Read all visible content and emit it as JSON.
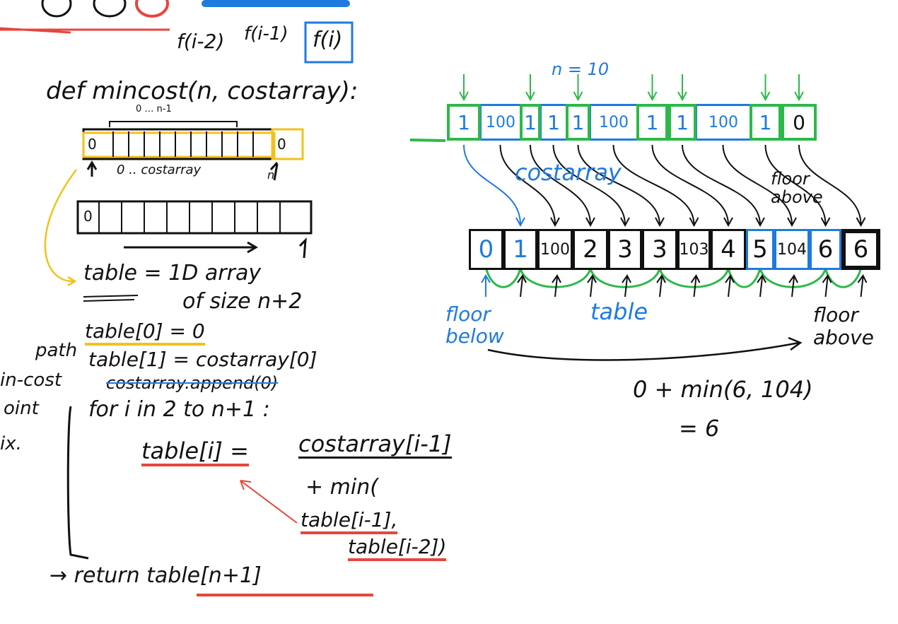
{
  "top_sketch": {
    "f_i_minus_2": "f(i-2)",
    "f_i_minus_1": "f(i-1)",
    "f_i": "f(i)"
  },
  "code": {
    "def_line": "def mincost(n, costarray):",
    "index_range": "0 … n-1",
    "array_left_zero": "0",
    "array_right_zero": "0",
    "array_label": "0 .. costarray",
    "array_n_label": "n",
    "table_zero": "0",
    "table_decl": "table = 1D array",
    "table_size": "of size n+2",
    "init0": "table[0] = 0",
    "init1": "table[1] = costarray[0]",
    "append": "costarray.append(0)",
    "loop": "for i in 2 to n+1 :",
    "assign_lhs": "table[i] =",
    "assign_rhs": "costarray[i-1]",
    "plus_min": "+ min(",
    "arg1": "table[i-1],",
    "arg2": "table[i-2])",
    "ret": "→ return table[n+1]"
  },
  "margin_fragments": [
    "path",
    "in-cost",
    "oint",
    "ix."
  ],
  "diagram": {
    "n_label": "n = 10",
    "costarray_label": "costarray",
    "costarray": [
      {
        "v": "1",
        "hl": true
      },
      {
        "v": "100",
        "hl": false
      },
      {
        "v": "1",
        "hl": true
      },
      {
        "v": "1",
        "hl": false
      },
      {
        "v": "1",
        "hl": true
      },
      {
        "v": "100",
        "hl": false
      },
      {
        "v": "1",
        "hl": true
      },
      {
        "v": "1",
        "hl": true
      },
      {
        "v": "100",
        "hl": false
      },
      {
        "v": "1",
        "hl": true
      },
      {
        "v": "0",
        "hl": true
      }
    ],
    "floor_above_top": "floor above",
    "table_label": "table",
    "table": [
      "0",
      "1",
      "100",
      "2",
      "3",
      "3",
      "103",
      "4",
      "5",
      "104",
      "6",
      "6"
    ],
    "floor_below": "floor below",
    "floor_above_bottom": "floor above",
    "result_expr": "0 + min(6, 104)",
    "result_value": "= 6"
  },
  "colors": {
    "blue": "#1f7ae0",
    "green": "#2db84a",
    "red": "#e8453c",
    "yellow": "#f2c21b"
  }
}
